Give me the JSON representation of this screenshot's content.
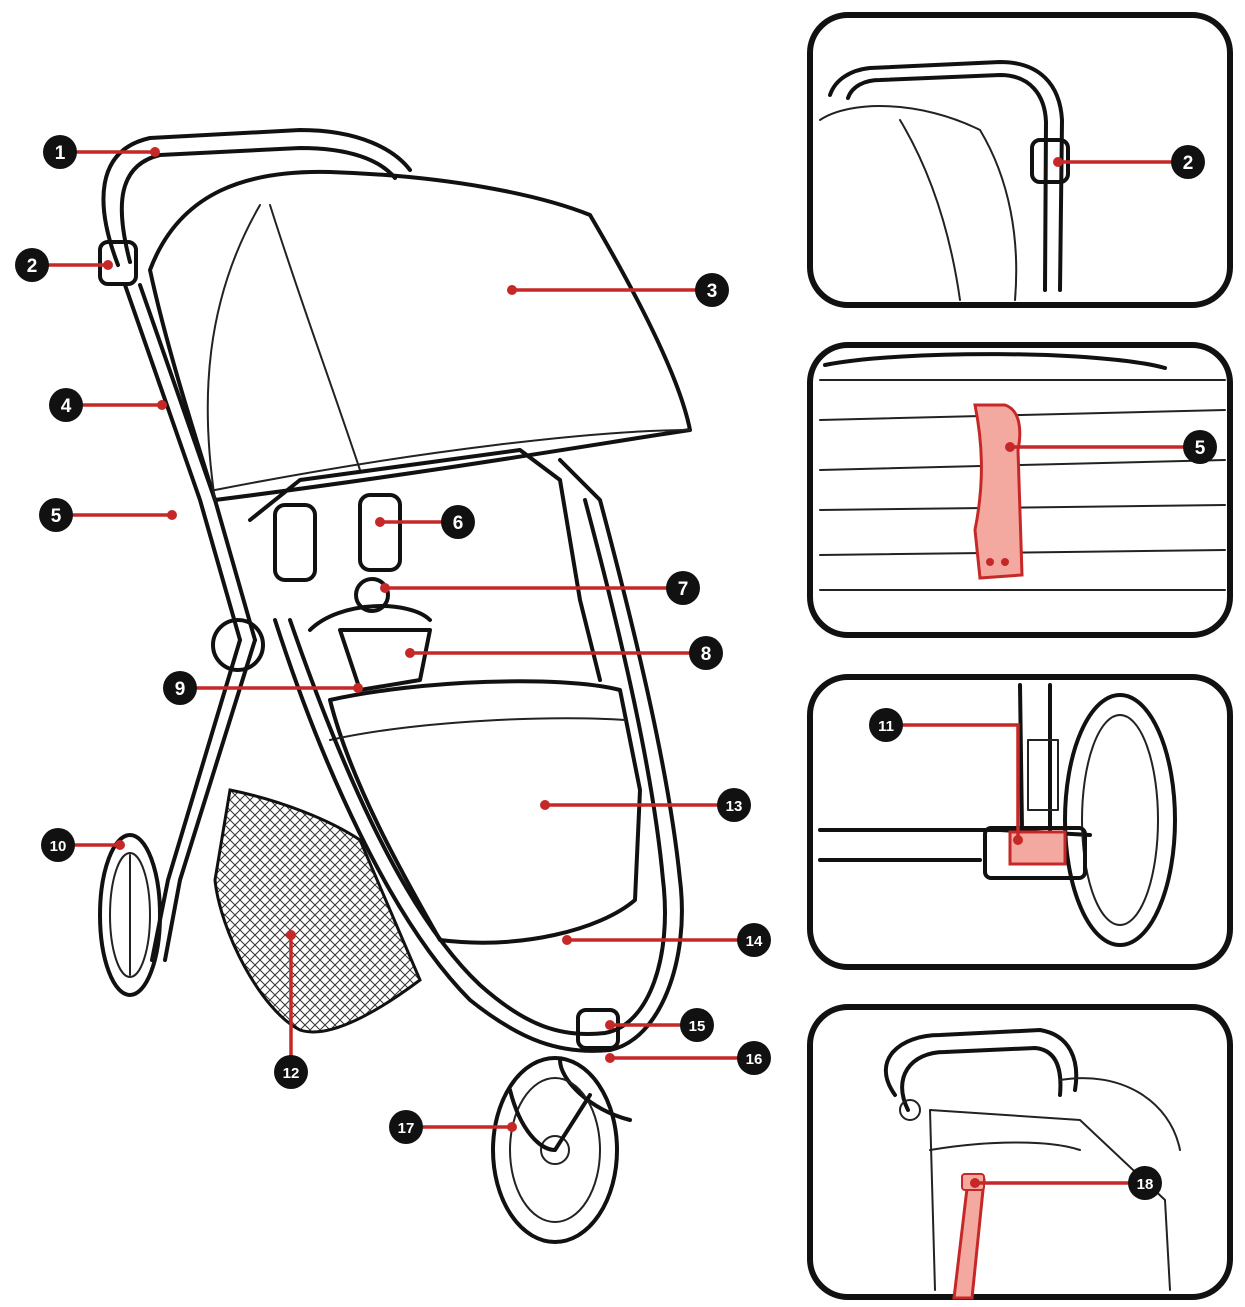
{
  "callouts": {
    "c1": "1",
    "c2": "2",
    "c3": "3",
    "c4": "4",
    "c5": "5",
    "c6": "6",
    "c7": "7",
    "c8": "8",
    "c9": "9",
    "c10": "10",
    "c11": "11",
    "c12": "12",
    "c13": "13",
    "c14": "14",
    "c15": "15",
    "c16": "16",
    "c17": "17",
    "c18": "18"
  },
  "detail_callouts": {
    "d2": "2",
    "d5": "5",
    "d11": "11",
    "d18": "18"
  },
  "colors": {
    "accent": "#c62828",
    "highlight": "#f4a9a0",
    "ink": "#111111"
  }
}
